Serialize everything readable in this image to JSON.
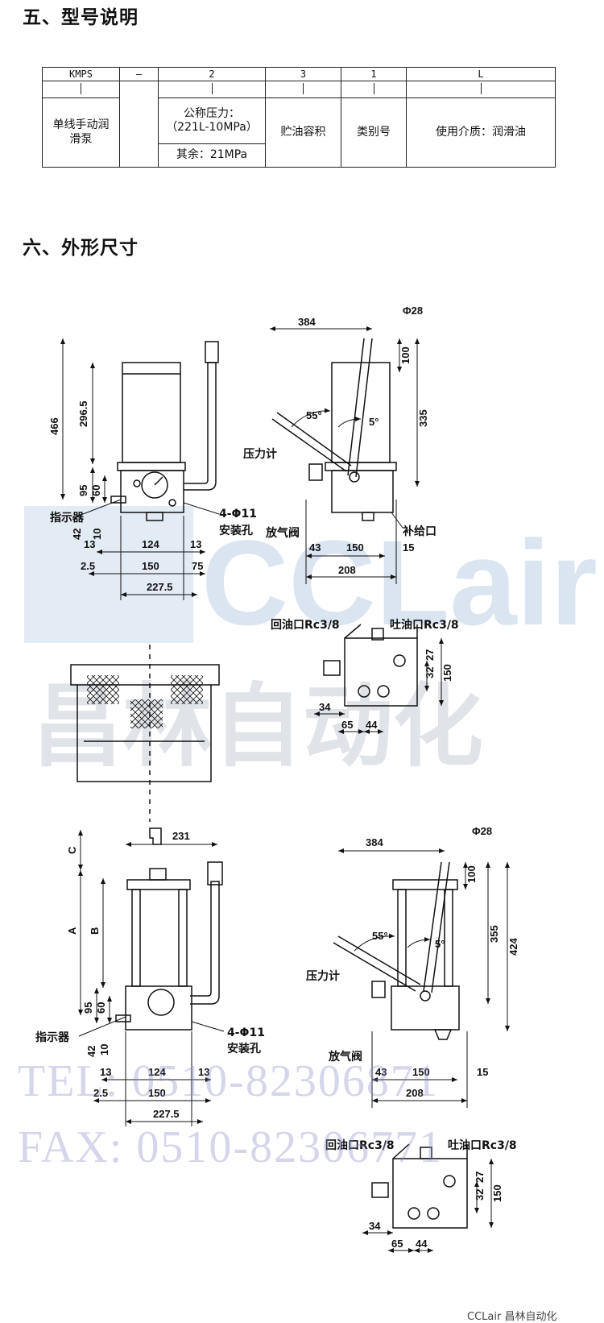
{
  "section5": {
    "title": "五、型号说明"
  },
  "section6": {
    "title": "六、外形尺寸"
  },
  "model_table": {
    "codes": [
      "KMPS",
      "—",
      "2",
      "3",
      "1",
      "L"
    ],
    "desc_pump": "单线手动润\n滑泵",
    "desc_pressure_1": "公称压力：\n（221L-10MPa）",
    "desc_pressure_2": "其余：21MPa",
    "desc_volume": "贮油容积",
    "desc_category": "类别号",
    "desc_medium": "使用介质：润滑油"
  },
  "drawing_labels": {
    "indicator": "指示器",
    "mount_holes_1": "4-Φ11",
    "mount_holes_2": "安装孔",
    "pressure_gauge": "压力计",
    "vent_valve": "放气阀",
    "fill_port": "补给口",
    "return_port": "回油口Rc3/8",
    "outlet_port": "吐油口Rc3/8"
  },
  "dimensions_top_left": {
    "h466": "466",
    "h296": "296.5",
    "h95": "95",
    "h60": "60",
    "h42": "42",
    "h10": "10",
    "w13a": "13",
    "w124": "124",
    "w13b": "13",
    "w2_5": "2.5",
    "w150": "150",
    "w75": "75",
    "w227": "227.5"
  },
  "dimensions_top_right": {
    "d384": "384",
    "dphi28": "Φ28",
    "d100": "100",
    "d335": "335",
    "a55": "55°",
    "a5": "5°",
    "d43": "43",
    "d150": "150",
    "d15": "15",
    "d208": "208"
  },
  "dimensions_port_top": {
    "d32": "32",
    "d27": "27",
    "d150": "150",
    "d34": "34",
    "d65": "65",
    "d44": "44"
  },
  "dimensions_bottom_left": {
    "dC": "C",
    "dA": "A",
    "dB": "B",
    "d231": "231",
    "h95": "95",
    "h60": "60",
    "h42": "42",
    "h10": "10",
    "w13a": "13",
    "w124": "124",
    "w13b": "13",
    "w2_5": "2.5",
    "w150": "150",
    "w227": "227.5"
  },
  "dimensions_bottom_right": {
    "d384": "384",
    "dphi28": "Φ28",
    "d100": "100",
    "d355": "355",
    "d424": "424",
    "a55": "55°",
    "a5": "5°",
    "d43": "43",
    "d150": "150",
    "d15": "15",
    "d208": "208"
  },
  "dimensions_port_bottom": {
    "d32": "32",
    "d27": "27",
    "d150": "150",
    "d34": "34",
    "d65": "65",
    "d44": "44"
  },
  "watermark": {
    "ccl": "CCLair",
    "cn": "昌林自动化",
    "tel": "TEL: 0510-82306871",
    "fax": "FAX: 0510-82306771",
    "brand": "CCLair 昌林自动化"
  },
  "colors": {
    "watermark_blue": "#3b6fb5",
    "line": "#111111"
  }
}
